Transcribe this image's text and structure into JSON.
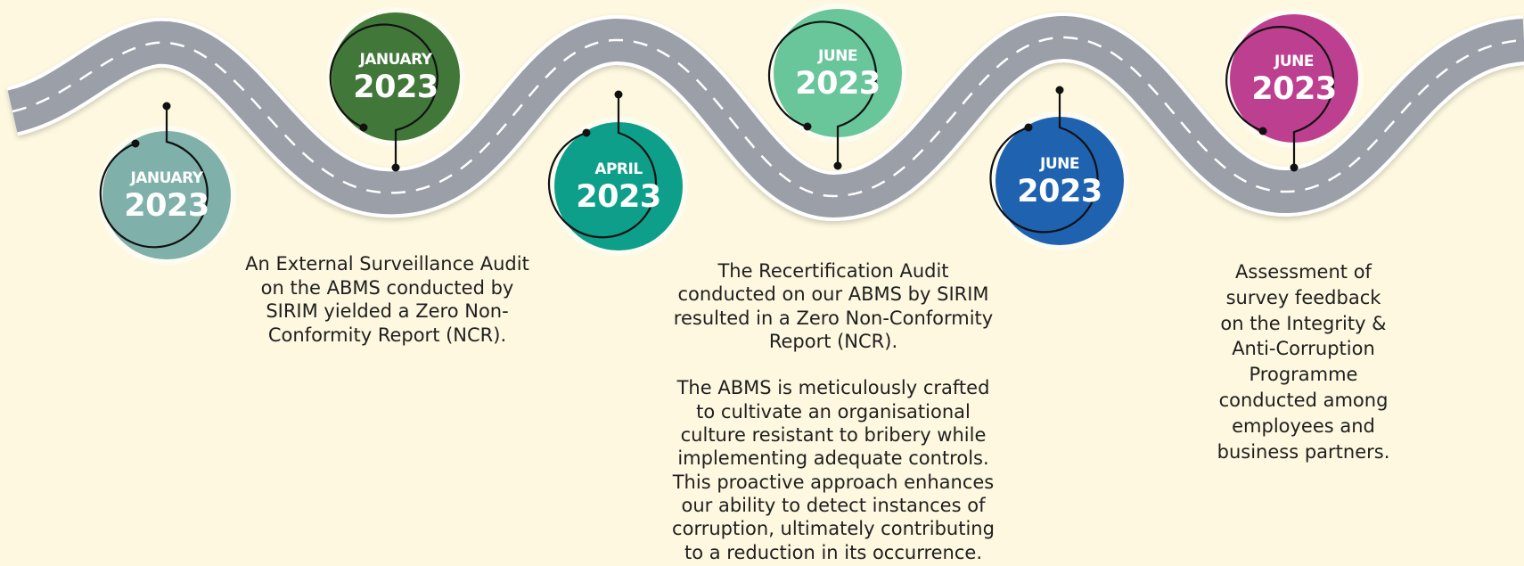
{
  "milestones": [
    {
      "month": "JANUARY",
      "year": "2023",
      "color": "#7fb0aa"
    },
    {
      "month": "JANUARY",
      "year": "2023",
      "color": "#42773a"
    },
    {
      "month": "APRIL",
      "year": "2023",
      "color": "#0e9f8a"
    },
    {
      "month": "JUNE",
      "year": "2023",
      "color": "#68c69a"
    },
    {
      "month": "JUNE",
      "year": "2023",
      "color": "#1e62b0"
    },
    {
      "month": "JUNE",
      "year": "2023",
      "color": "#bd4090"
    }
  ],
  "descriptions": {
    "external_audit": "An External Surveillance Audit\non the ABMS conducted by\nSIRIM yielded a Zero Non-\nConformity Report (NCR).",
    "recertification": "The Recertification Audit\nconducted on our ABMS by SIRIM\nresulted in a Zero Non-Conformity\nReport (NCR).\n\nThe ABMS is meticulously crafted\nto cultivate an organisational\nculture resistant to bribery while\nimplementing adequate controls.\nThis proactive approach enhances\nour ability to detect instances of\ncorruption, ultimately contributing\nto a reduction in its occurrence.",
    "survey_assessment": "Assessment of\nsurvey feedback\non the Integrity &\nAnti-Corruption\nProgramme\nconducted among\nemployees and\nbusiness partners."
  },
  "colors": {
    "background": "#fdf8df",
    "road": "#9a9fa8",
    "road_edge": "#ffffff",
    "lane_marking": "#ffffff",
    "connector": "#111111"
  }
}
